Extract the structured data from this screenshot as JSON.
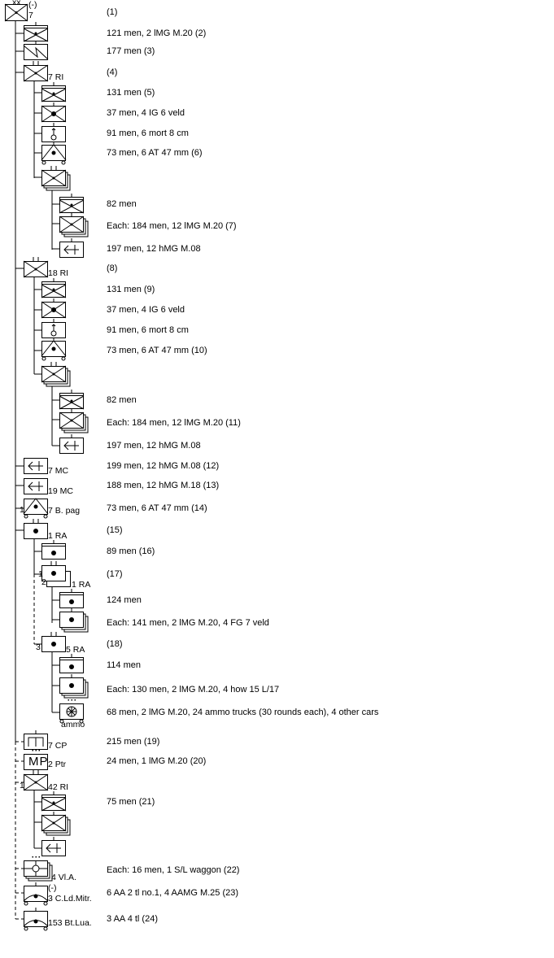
{
  "descriptions": [
    "(1)",
    "121 men, 2 lMG M.20   (2)",
    "177 men   (3)",
    "(4)",
    "131 men   (5)",
    "37 men, 4 IG 6 veld",
    "91 men, 6 mort 8 cm",
    "73 men, 6 AT 47 mm   (6)",
    "82 men",
    "Each: 184 men, 12 lMG M.20   (7)",
    "197 men, 12 hMG M.08",
    "(8)",
    "131 men   (9)",
    "37 men, 4 IG 6 veld",
    "91 men, 6 mort 8 cm",
    "73 men, 6 AT 47 mm   (10)",
    "82 men",
    "Each: 184 men, 12 lMG M.20   (11)",
    "197 men, 12 hMG M.08",
    "199 men, 12 hMG M.08   (12)",
    "188 men, 12 hMG M.18   (13)",
    "73 men, 6 AT 47 mm   (14)",
    "(15)",
    "89 men   (16)",
    "(17)",
    "124 men",
    "Each: 141 men, 2 lMG M.20, 4 FG 7 veld",
    "(18)",
    "114 men",
    "Each: 130 men, 2 lMG M.20, 4 how 15 L/17",
    "68 men, 2 lMG M.20, 24 ammo trucks (30 rounds each), 4 other cars",
    "215 men   (19)",
    "24 men, 1 lMG M.20   (20)",
    "75 men   (21)",
    "Each: 16 men, 1 S/L waggon   (22)",
    "6 AA 2 tl no.1, 4 AAMG M.25   (23)",
    "3 AA 4 tl   (24)"
  ],
  "labels": [
    "xx",
    "(-)",
    "7",
    "7 RI",
    "18 RI",
    "7 MC",
    "19 MC",
    "1",
    "7 B. pag",
    "1 RA",
    "1",
    "2",
    "1 RA",
    "3",
    "5 RA",
    "ammo",
    "7 CP",
    "2 Ptr",
    "MP",
    "1",
    "42 RI",
    "4 Vl.A.",
    "(-)",
    "3 C.Ld.Mitr.",
    "153 Bt.Lua."
  ]
}
